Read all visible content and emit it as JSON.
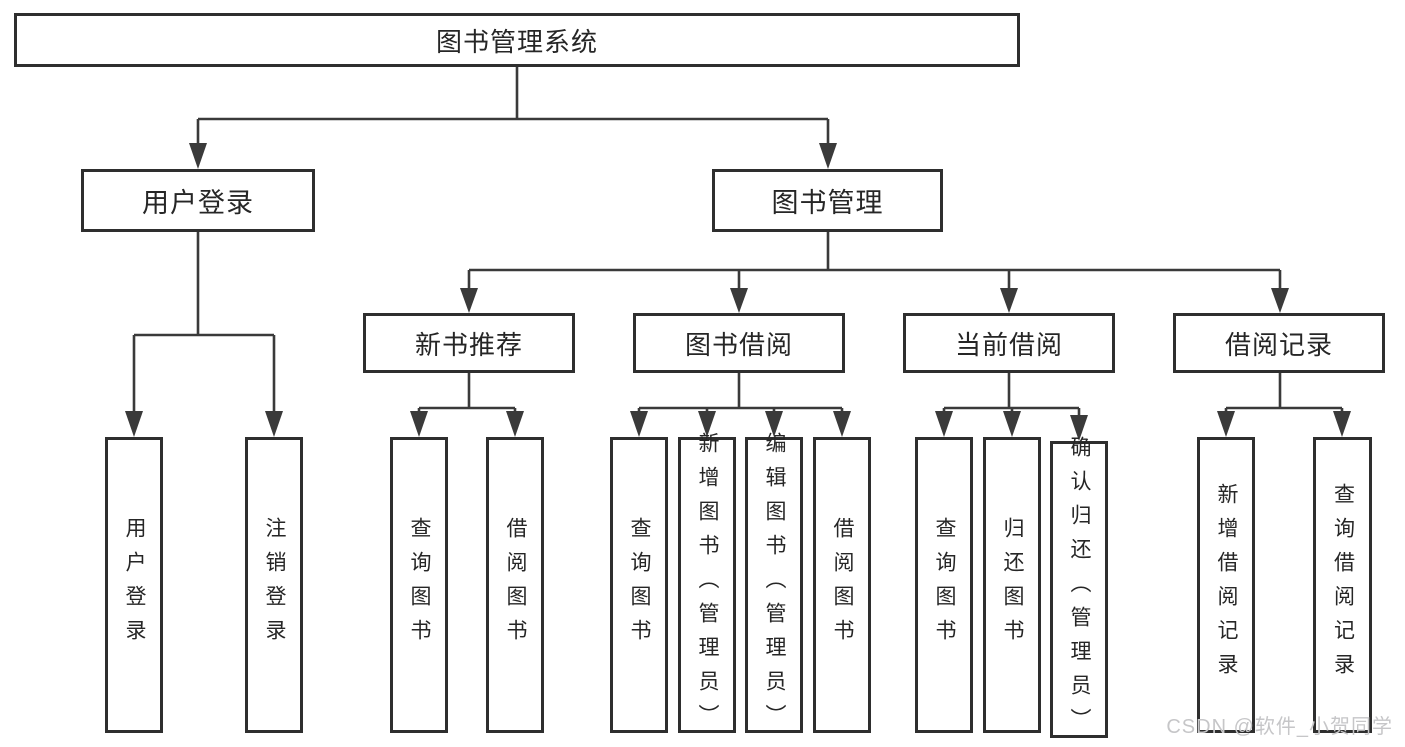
{
  "diagram": {
    "root": {
      "label": "图书管理系统"
    },
    "branches": [
      {
        "label": "用户登录",
        "children": [
          {
            "label": "用户登录"
          },
          {
            "label": "注销登录"
          }
        ]
      },
      {
        "label": "图书管理",
        "children": [
          {
            "label": "新书推荐",
            "children": [
              {
                "label": "查询图书"
              },
              {
                "label": "借阅图书"
              }
            ]
          },
          {
            "label": "图书借阅",
            "children": [
              {
                "label": "查询图书"
              },
              {
                "label": "新增图书（管理员）"
              },
              {
                "label": "编辑图书（管理员）"
              },
              {
                "label": "借阅图书"
              }
            ]
          },
          {
            "label": "当前借阅",
            "children": [
              {
                "label": "查询图书"
              },
              {
                "label": "归还图书"
              },
              {
                "label": "确认归还（管理员）"
              }
            ]
          },
          {
            "label": "借阅记录",
            "children": [
              {
                "label": "新增借阅记录"
              },
              {
                "label": "查询借阅记录"
              }
            ]
          }
        ]
      }
    ]
  },
  "watermark": {
    "text": "CSDN @软件_小贺同学"
  },
  "colors": {
    "line": "#3a3a3a",
    "border": "#2e2e2e",
    "text": "#262626",
    "watermark": "#c6c6c8",
    "background": "#ffffff"
  }
}
